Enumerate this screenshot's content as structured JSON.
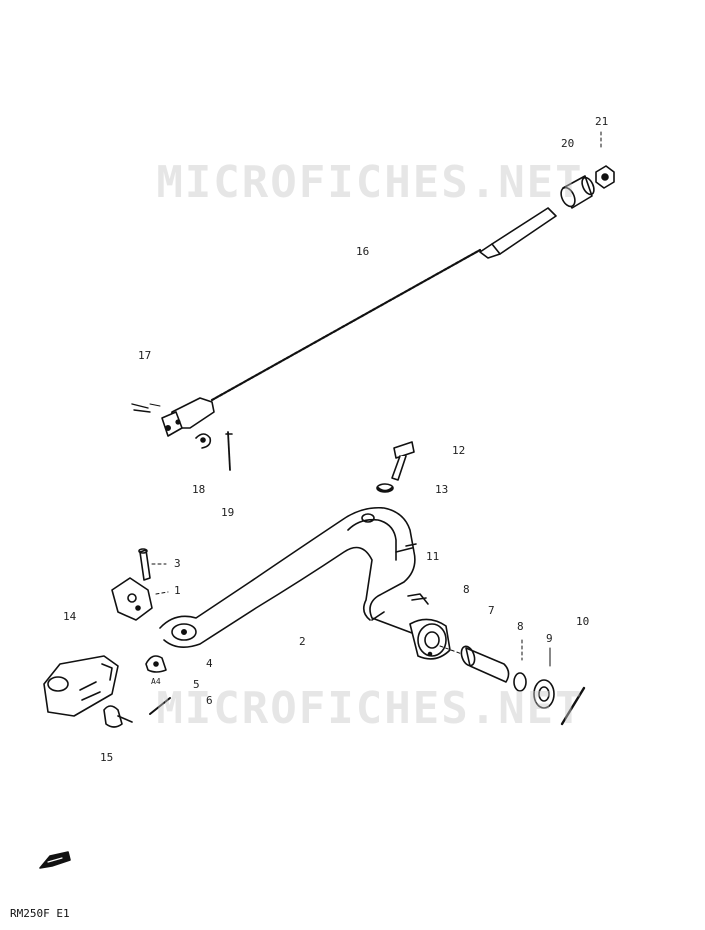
{
  "watermark": "MICROFICHES.NET",
  "model_code": "RM250F E1",
  "callouts": {
    "c1": "1",
    "c2": "2",
    "c3": "3",
    "c4": "4",
    "c5": "5",
    "c6": "6",
    "c7": "7",
    "c8a": "8",
    "c8b": "8",
    "c9": "9",
    "c10": "10",
    "c11": "11",
    "c12": "12",
    "c13": "13",
    "c14": "14",
    "c15": "15",
    "c16": "16",
    "c17": "17",
    "c18": "18",
    "c19": "19",
    "c20": "20",
    "c21": "21",
    "a4": "A4"
  },
  "colors": {
    "ink": "#111111",
    "watermark": "#c8c8c8",
    "background": "#ffffff"
  }
}
